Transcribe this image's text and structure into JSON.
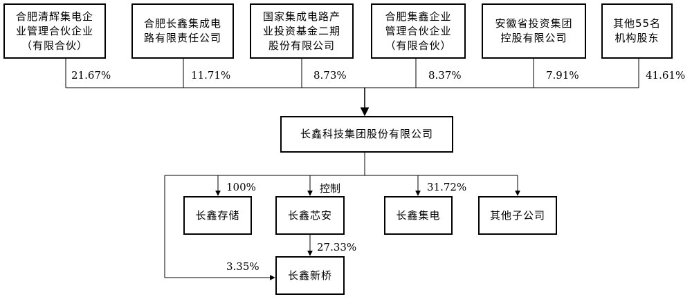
{
  "shareholders": [
    {
      "name_lines": [
        "合肥清辉集电企",
        "业管理合伙企业",
        "（有限合伙）"
      ],
      "share": "21.67%"
    },
    {
      "name_lines": [
        "合肥长鑫集成电",
        "路有限责任公司"
      ],
      "share": "11.71%"
    },
    {
      "name_lines": [
        "国家集成电路产",
        "业投资基金二期",
        "股份有限公司"
      ],
      "share": "8.73%"
    },
    {
      "name_lines": [
        "合肥集鑫企业",
        "管理合伙企业",
        "（有限合伙）"
      ],
      "share": "8.37%"
    },
    {
      "name_lines": [
        "安徽省投资集团",
        "控股有限公司"
      ],
      "share": "7.91%"
    },
    {
      "name_lines": [
        "其他55名",
        "机构股东"
      ],
      "share": "41.61%"
    }
  ],
  "parent": {
    "name": "长鑫科技集团股份有限公司"
  },
  "subsidiaries": [
    {
      "name": "长鑫存储",
      "relation": "100%"
    },
    {
      "name": "长鑫芯安",
      "relation": "控制"
    },
    {
      "name": "长鑫集电",
      "relation": "31.72%"
    },
    {
      "name": "其他子公司",
      "relation": ""
    }
  ],
  "grandchild": {
    "name": "长鑫新桥",
    "from_xinan": "27.33%",
    "from_parent": "3.35%"
  }
}
